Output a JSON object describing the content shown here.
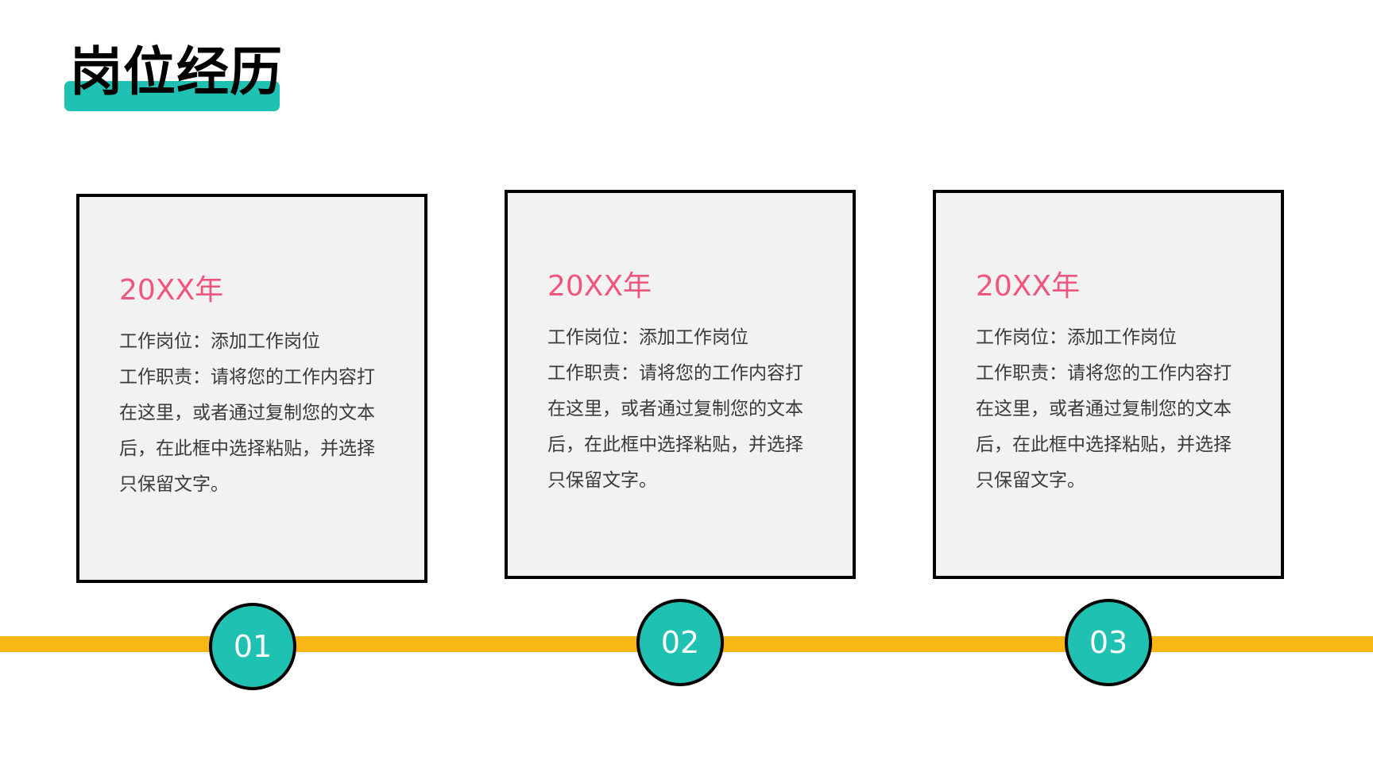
{
  "page": {
    "title": "岗位经历",
    "accent_color": "#1ec1b2",
    "highlight_color": "#f0567c",
    "timeline_color": "#f9b715"
  },
  "cards": [
    {
      "year": "20XX年",
      "lines": [
        "工作岗位：添加工作岗位",
        "工作职责：请将您的工作内容打",
        "在这里，或者通过复制您的文本",
        "后，在此框中选择粘贴，并选择",
        "只保留文字。"
      ],
      "number": "01"
    },
    {
      "year": "20XX年",
      "lines": [
        "工作岗位：添加工作岗位",
        "工作职责：请将您的工作内容打",
        "在这里，或者通过复制您的文本",
        "后，在此框中选择粘贴，并选择",
        "只保留文字。"
      ],
      "number": "02"
    },
    {
      "year": "20XX年",
      "lines": [
        "工作岗位：添加工作岗位",
        "工作职责：请将您的工作内容打",
        "在这里，或者通过复制您的文本",
        "后，在此框中选择粘贴，并选择",
        "只保留文字。"
      ],
      "number": "03"
    }
  ]
}
